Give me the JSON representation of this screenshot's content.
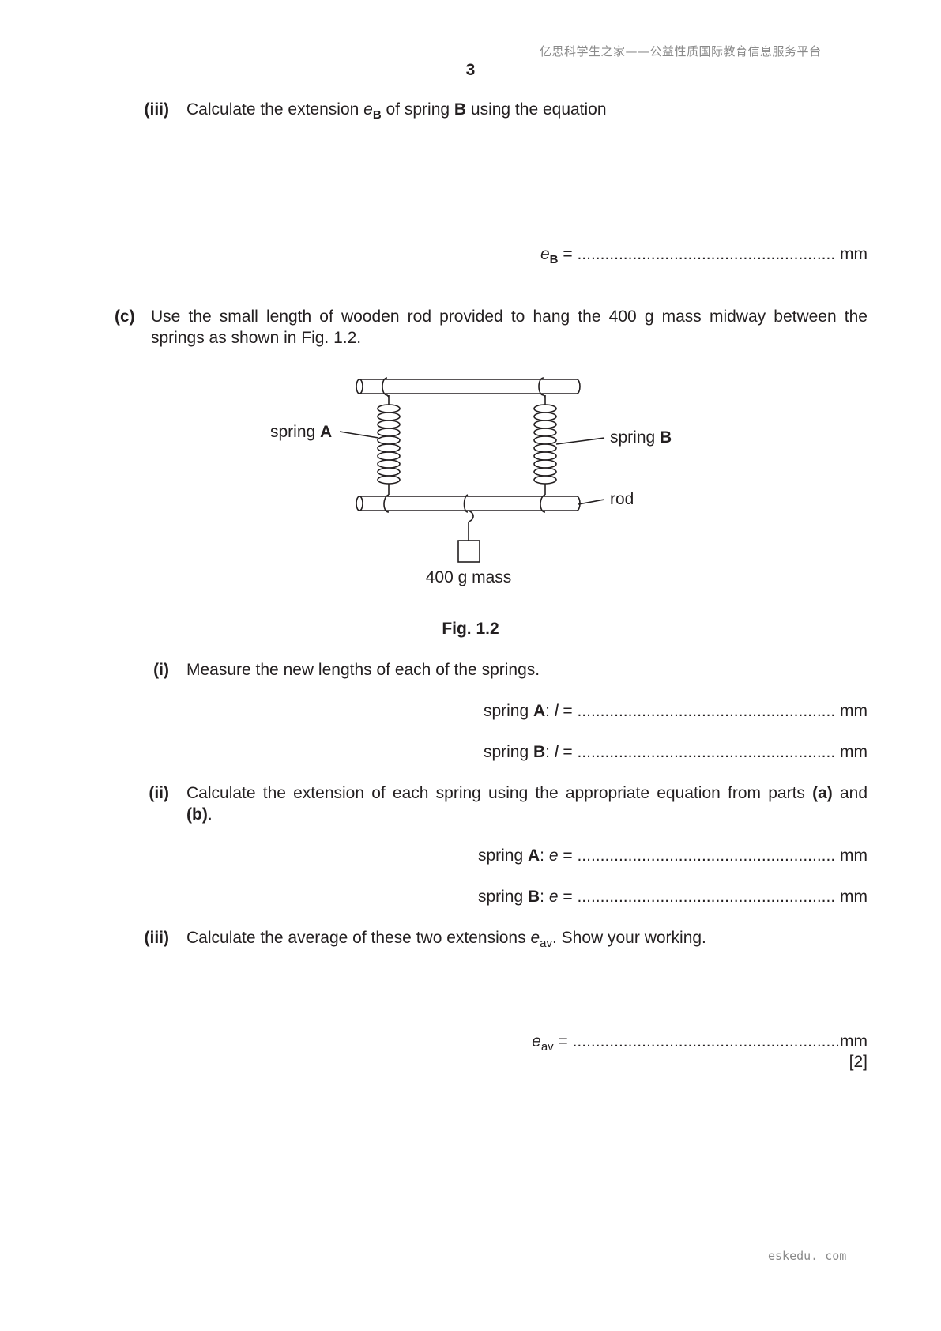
{
  "header": {
    "watermark": "亿思科学生之家——公益性质国际教育信息服务平台",
    "page_number": "3"
  },
  "b_iii": {
    "label": "(iii)",
    "text_pre": "Calculate the extension ",
    "var": "e",
    "var_sub": "B",
    "text_mid": " of spring ",
    "bold_word": "B",
    "text_post": " using the equation",
    "answer": {
      "var": "e",
      "sub": "B",
      "eq": " = ",
      "dots": "........................................................",
      "unit": " mm"
    }
  },
  "c": {
    "label": "(c)",
    "line1": "Use the small length of wooden rod provided to hang the 400 g mass midway between the",
    "line2": "springs as shown in Fig. 1.2.",
    "figure": {
      "spring_a_label": "spring ",
      "spring_a_bold": "A",
      "spring_b_label": "spring ",
      "spring_b_bold": "B",
      "rod_label": "rod",
      "mass_label": "400 g mass",
      "caption": "Fig. 1.2"
    },
    "i": {
      "label": "(i)",
      "text": "Measure the new lengths of each of the springs.",
      "rows": [
        {
          "spring": "spring ",
          "letter": "A",
          "colon": ": ",
          "var": "l",
          "eq": " = ",
          "dots": "........................................................",
          "unit": " mm"
        },
        {
          "spring": "spring ",
          "letter": "B",
          "colon": ": ",
          "var": "l",
          "eq": " = ",
          "dots": "........................................................",
          "unit": " mm"
        }
      ]
    },
    "ii": {
      "label": "(ii)",
      "text_pre": "Calculate the extension of each spring using the appropriate equation from parts ",
      "part_a": "(a)",
      "and": " and",
      "part_b": "(b)",
      "period": ".",
      "rows": [
        {
          "spring": "spring ",
          "letter": "A",
          "colon": ": ",
          "var": "e",
          "eq": " = ",
          "dots": "........................................................",
          "unit": " mm"
        },
        {
          "spring": "spring ",
          "letter": "B",
          "colon": ": ",
          "var": "e",
          "eq": " = ",
          "dots": "........................................................",
          "unit": " mm"
        }
      ]
    },
    "iii": {
      "label": "(iii)",
      "text_pre": "Calculate the average of these two extensions ",
      "var": "e",
      "var_sub": "av",
      "text_post": ". Show your working.",
      "answer": {
        "var": "e",
        "sub": "av",
        "eq": " = ",
        "dots": "..........................................................",
        "unit": "mm"
      },
      "marks": "[2]"
    }
  },
  "footer": {
    "site": "eskedu. com"
  }
}
